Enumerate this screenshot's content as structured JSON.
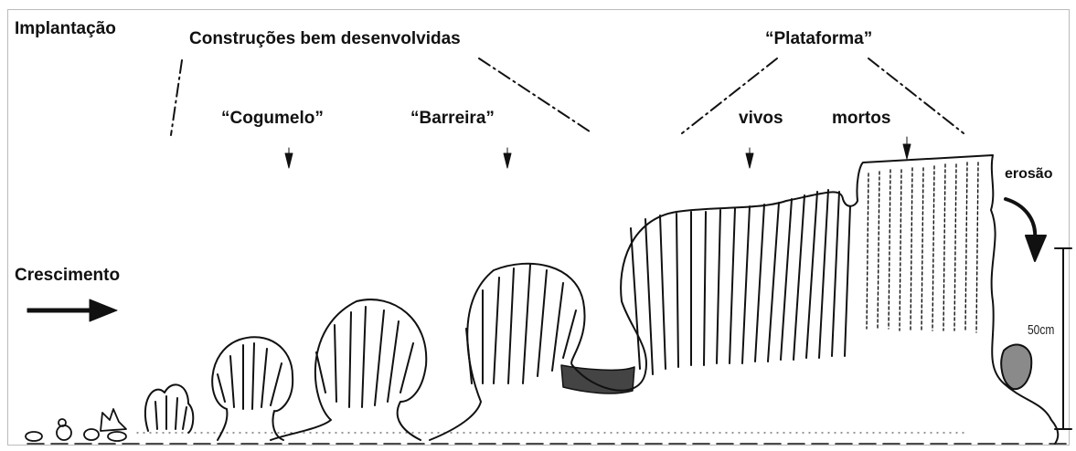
{
  "labels": {
    "implantacao": "Implantação",
    "construcoes": "Construções bem desenvolvidas",
    "plataforma": "“Plataforma”",
    "cogumelo": "“Cogumelo”",
    "barreira": "“Barreira”",
    "vivos": "vivos",
    "mortos": "mortos",
    "erosao": "erosão",
    "crescimento": "Crescimento"
  },
  "scale_bar": {
    "label": "50cm"
  },
  "colors": {
    "ink": "#111111",
    "background": "#ffffff"
  }
}
